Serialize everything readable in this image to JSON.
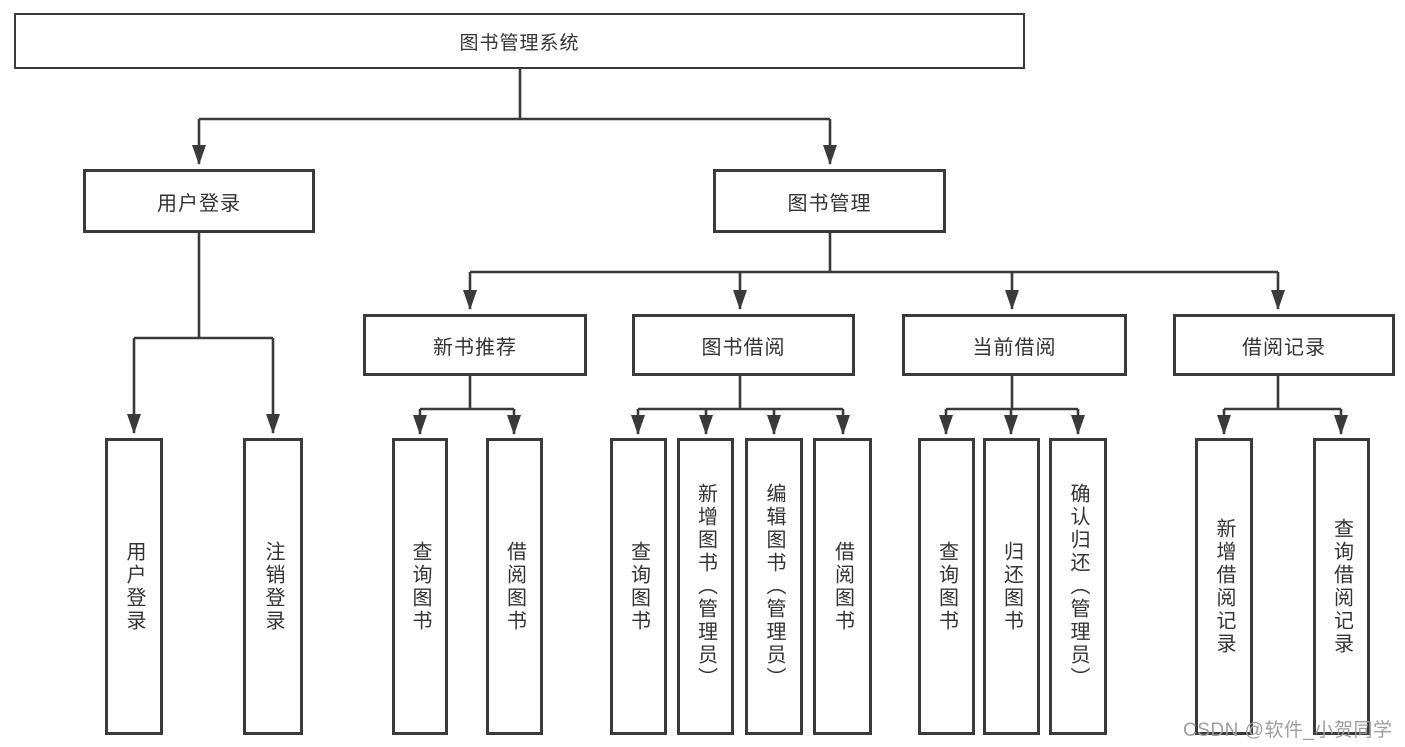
{
  "diagram": {
    "root": {
      "label": "图书管理系统"
    },
    "level2": [
      {
        "id": "user-login",
        "label": "用户登录"
      },
      {
        "id": "book-management",
        "label": "图书管理"
      }
    ],
    "level3": [
      {
        "id": "new-book-recommend",
        "label": "新书推荐"
      },
      {
        "id": "book-borrow",
        "label": "图书借阅"
      },
      {
        "id": "current-borrow",
        "label": "当前借阅"
      },
      {
        "id": "borrow-records",
        "label": "借阅记录"
      }
    ],
    "leaves": [
      {
        "parent": "用户登录",
        "label": "用户登录"
      },
      {
        "parent": "用户登录",
        "label": "注销登录"
      },
      {
        "parent": "新书推荐",
        "label": "查询图书"
      },
      {
        "parent": "新书推荐",
        "label": "借阅图书"
      },
      {
        "parent": "图书借阅",
        "label": "查询图书"
      },
      {
        "parent": "图书借阅",
        "label": "新增图书（管理员）"
      },
      {
        "parent": "图书借阅",
        "label": "编辑图书（管理员）"
      },
      {
        "parent": "图书借阅",
        "label": "借阅图书"
      },
      {
        "parent": "当前借阅",
        "label": "查询图书"
      },
      {
        "parent": "当前借阅",
        "label": "归还图书"
      },
      {
        "parent": "当前借阅",
        "label": "确认归还（管理员）"
      },
      {
        "parent": "借阅记录",
        "label": "新增借阅记录"
      },
      {
        "parent": "借阅记录",
        "label": "查询借阅记录"
      }
    ]
  },
  "watermark": "CSDN @软件_小贺同学",
  "colors": {
    "line": "#3a3a3a",
    "text": "#333333",
    "watermark": "#9e9e9e",
    "background": "#ffffff"
  }
}
